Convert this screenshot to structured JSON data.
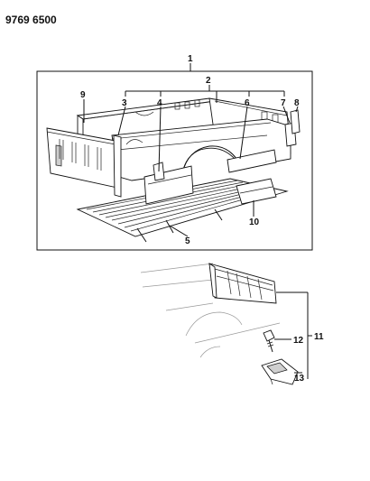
{
  "header": {
    "diagram_number": "9769 6500"
  },
  "callouts": {
    "c1": "1",
    "c2": "2",
    "c3": "3",
    "c4": "4",
    "c5": "5",
    "c6": "6",
    "c7": "7",
    "c8": "8",
    "c9": "9",
    "c10": "10",
    "c11": "11",
    "c12": "12",
    "c13": "13"
  },
  "icons": {
    "truck_bed": "truck-bed-assembly-drawing",
    "detail": "tailgate-hinge-detail-drawing"
  }
}
